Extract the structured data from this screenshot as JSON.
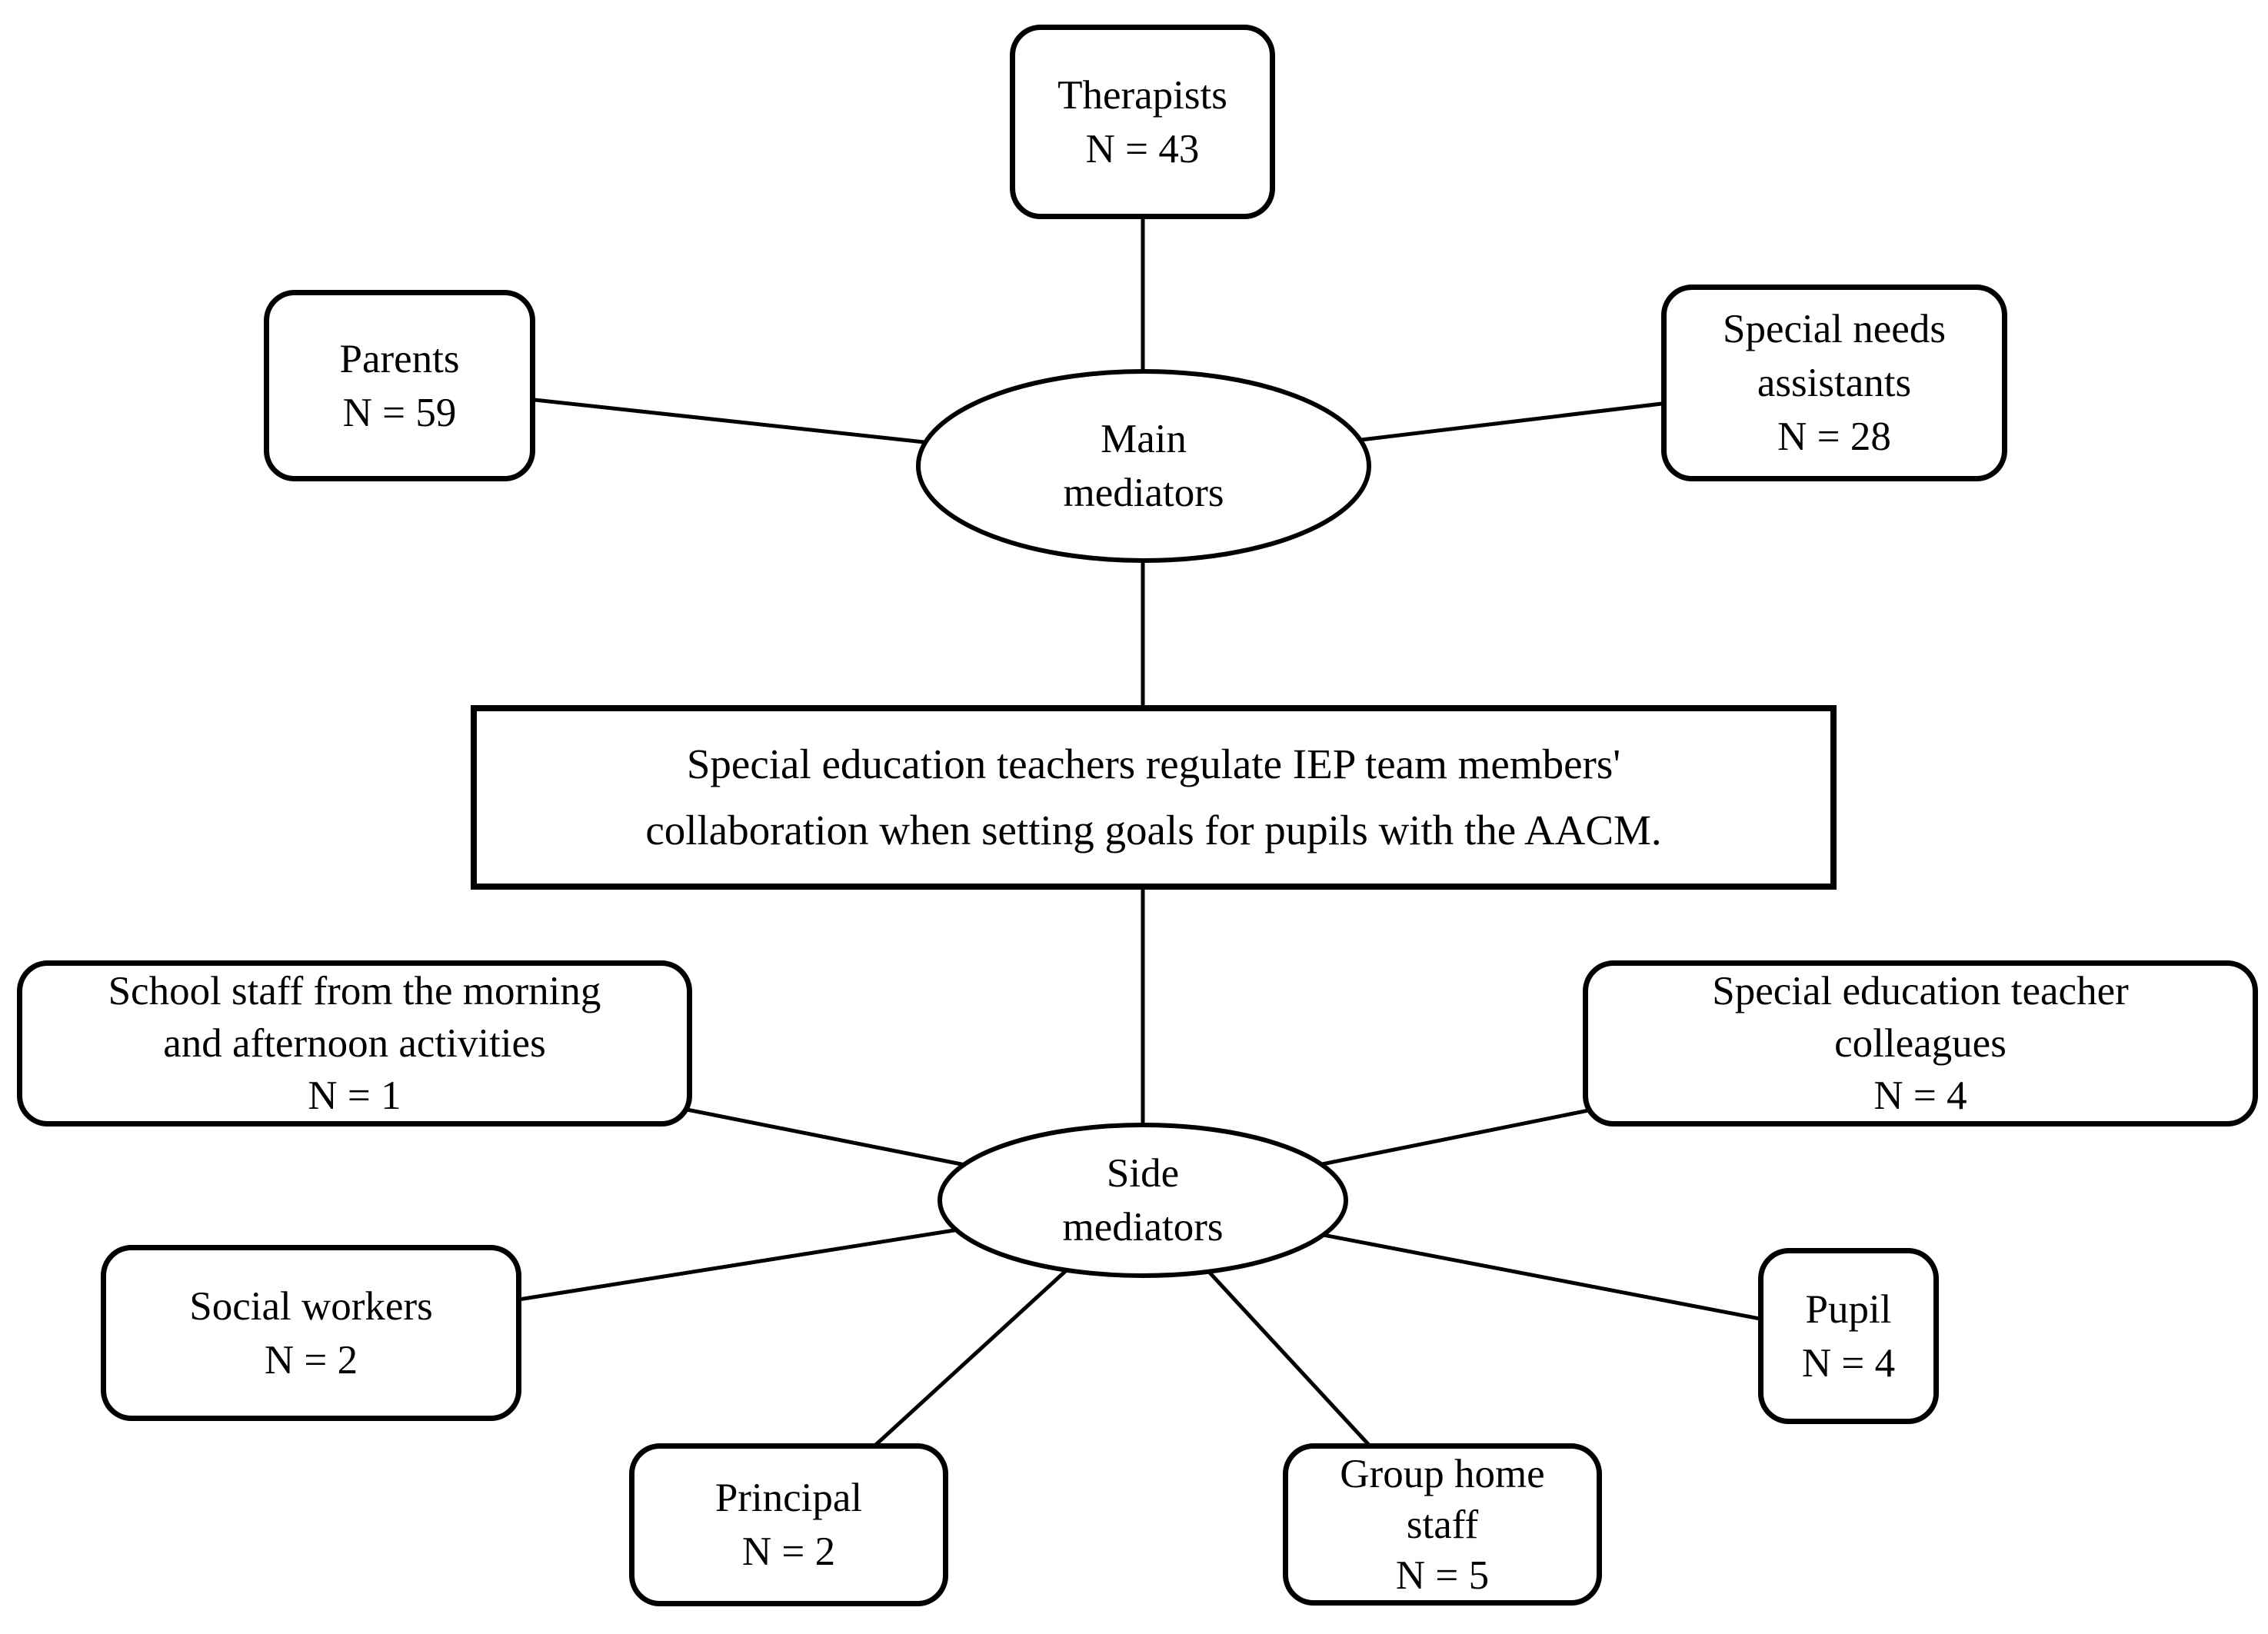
{
  "colors": {
    "ink": "#000000",
    "background": "#ffffff"
  },
  "nodes": {
    "therapists": {
      "lines": [
        "Therapists",
        "N = 43"
      ]
    },
    "parents": {
      "lines": [
        "Parents",
        "N = 59"
      ]
    },
    "special_needs_assistants": {
      "lines": [
        "Special needs",
        "assistants",
        "N = 28"
      ]
    },
    "main_mediators": {
      "lines": [
        "Main",
        "mediators"
      ]
    },
    "statement": {
      "lines": [
        "Special education teachers regulate IEP team members'",
        "collaboration when setting goals for pupils with the AACM."
      ]
    },
    "school_staff": {
      "lines": [
        "School staff from the morning",
        "and afternoon activities",
        "N = 1"
      ]
    },
    "teacher_colleagues": {
      "lines": [
        "Special education teacher",
        "colleagues",
        "N = 4"
      ]
    },
    "side_mediators": {
      "lines": [
        "Side",
        "mediators"
      ]
    },
    "social_workers": {
      "lines": [
        "Social workers",
        "N = 2"
      ]
    },
    "pupil": {
      "lines": [
        "Pupil",
        "N = 4"
      ]
    },
    "principal": {
      "lines": [
        "Principal",
        "N = 2"
      ]
    },
    "group_home_staff": {
      "lines": [
        "Group home",
        "staff",
        "N = 5"
      ]
    }
  },
  "edges": [
    {
      "from": "therapists",
      "to": "main_mediators"
    },
    {
      "from": "parents",
      "to": "main_mediators"
    },
    {
      "from": "special_needs_assistants",
      "to": "main_mediators"
    },
    {
      "from": "main_mediators",
      "to": "statement"
    },
    {
      "from": "statement",
      "to": "side_mediators"
    },
    {
      "from": "school_staff",
      "to": "side_mediators"
    },
    {
      "from": "teacher_colleagues",
      "to": "side_mediators"
    },
    {
      "from": "social_workers",
      "to": "side_mediators"
    },
    {
      "from": "pupil",
      "to": "side_mediators"
    },
    {
      "from": "principal",
      "to": "side_mediators"
    },
    {
      "from": "group_home_staff",
      "to": "side_mediators"
    }
  ]
}
